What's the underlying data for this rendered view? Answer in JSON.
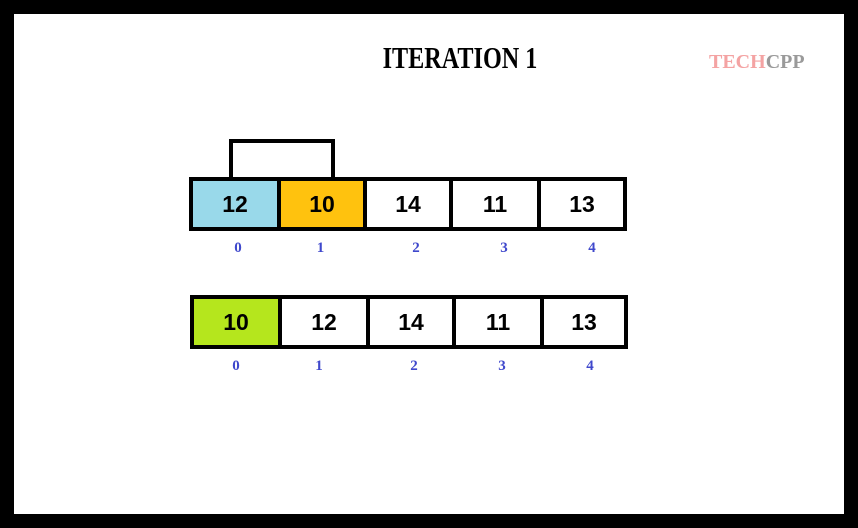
{
  "title": "ITERATION 1",
  "logo": {
    "part1": "TECH",
    "part2": "CPP",
    "color1": "#f4a3a3",
    "color2": "#9a9a9a"
  },
  "row1": {
    "cells": [
      {
        "value": "12",
        "state": "compared",
        "color": "#99d9ea"
      },
      {
        "value": "10",
        "state": "key",
        "color": "#ffc20e"
      },
      {
        "value": "14",
        "state": "unsorted"
      },
      {
        "value": "11",
        "state": "unsorted"
      },
      {
        "value": "13",
        "state": "unsorted"
      }
    ],
    "indices": [
      "0",
      "1",
      "2",
      "3",
      "4"
    ]
  },
  "row2": {
    "cells": [
      {
        "value": "10",
        "state": "inserted",
        "color": "#b5e61d"
      },
      {
        "value": "12",
        "state": "unsorted"
      },
      {
        "value": "14",
        "state": "unsorted"
      },
      {
        "value": "11",
        "state": "unsorted"
      },
      {
        "value": "13",
        "state": "unsorted"
      }
    ],
    "indices": [
      "0",
      "1",
      "2",
      "3",
      "4"
    ]
  },
  "index_color": "#3f48cc"
}
